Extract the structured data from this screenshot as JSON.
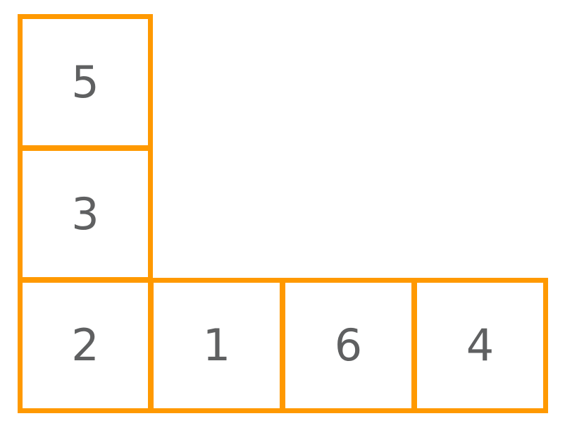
{
  "accent_color": "#ff9900",
  "text_color": "#5f6061",
  "faces": {
    "top": "5",
    "middle": "3",
    "bottom_1": "2",
    "bottom_2": "1",
    "bottom_3": "6",
    "bottom_4": "4"
  }
}
